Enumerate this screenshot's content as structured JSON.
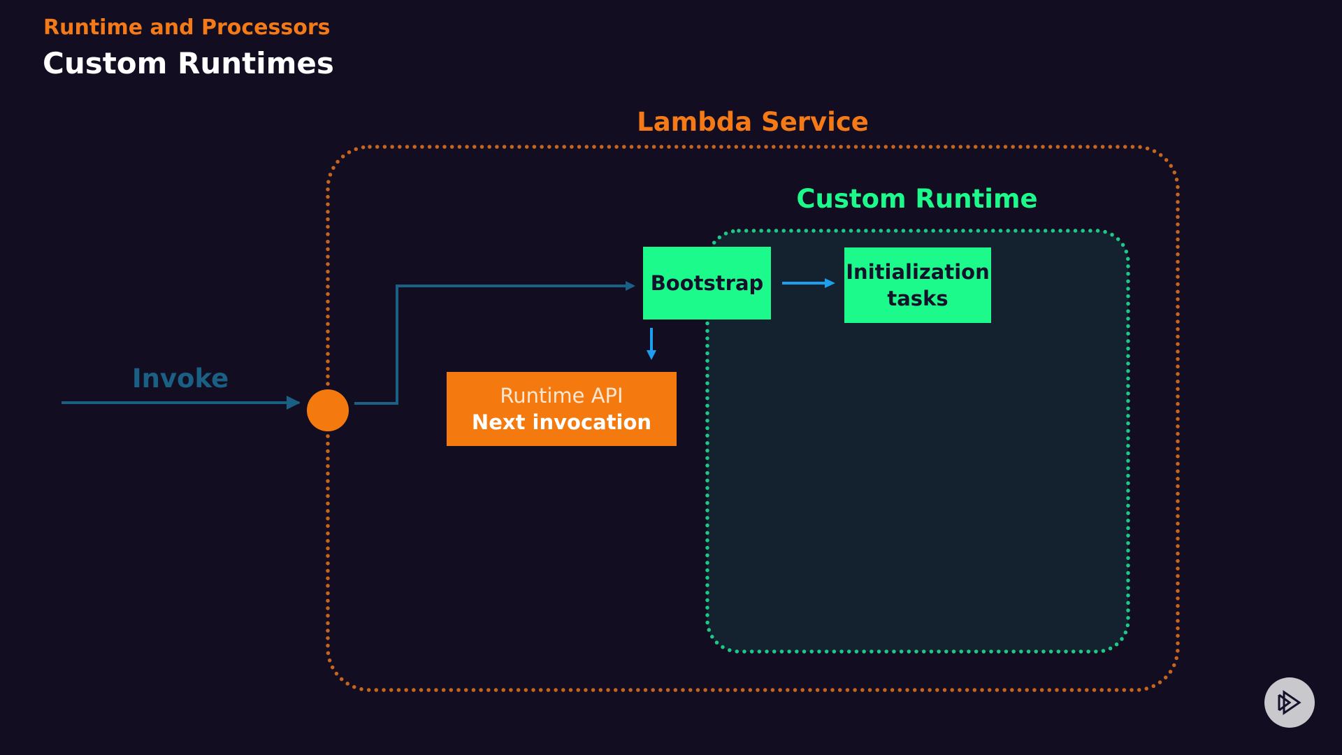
{
  "header": {
    "section": "Runtime and Processors",
    "title": "Custom Runtimes"
  },
  "diagram": {
    "lambda_service": {
      "label": "Lambda Service"
    },
    "custom_runtime": {
      "label": "Custom Runtime"
    },
    "invoke": {
      "label": "Invoke"
    },
    "bootstrap": {
      "label": "Bootstrap"
    },
    "initialization": {
      "line1": "Initialization",
      "line2": "tasks"
    },
    "runtime_api": {
      "line1": "Runtime API",
      "line2": "Next invocation"
    }
  },
  "colors": {
    "background": "#130d22",
    "orange": "#f47a17",
    "green": "#1dfa8c",
    "invoke_blue": "#1a5f84",
    "arrow_blue": "#1c9fee",
    "inner_fill": "#14212e"
  },
  "logo": {
    "icon": "play-logo-icon"
  }
}
